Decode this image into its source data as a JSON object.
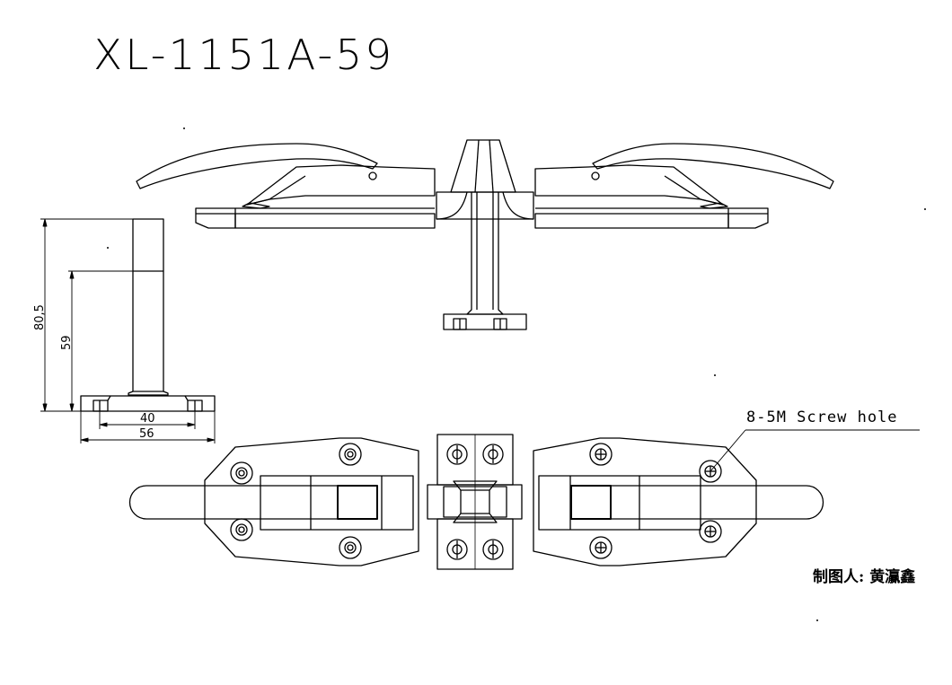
{
  "drawing": {
    "title": "XL-1151A-59",
    "dimensions": {
      "total_height": "80,5",
      "stem_height": "59",
      "hole_spacing": "40",
      "base_width": "56"
    },
    "callout": "8-5M Screw hole",
    "author": "制图人: 黄灜鑫"
  }
}
